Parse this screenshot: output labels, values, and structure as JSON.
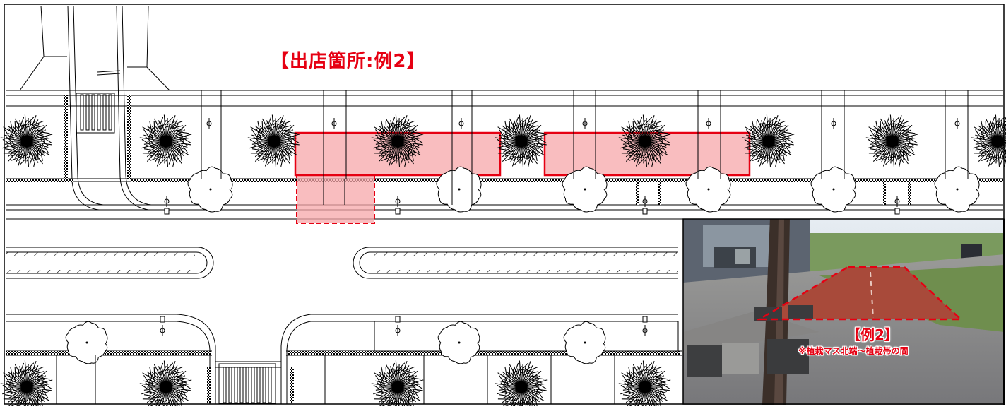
{
  "title": "【出店箇所:例2】",
  "photo": {
    "label": "【例2】",
    "note": "※植栽マス北端～植栽帯の間"
  },
  "colors": {
    "highlight_stroke": "#e60012",
    "highlight_fill": "#f7a7a9",
    "line": "#000000"
  },
  "icons": [
    "tree-icon",
    "shrub-icon",
    "street-light-icon"
  ]
}
